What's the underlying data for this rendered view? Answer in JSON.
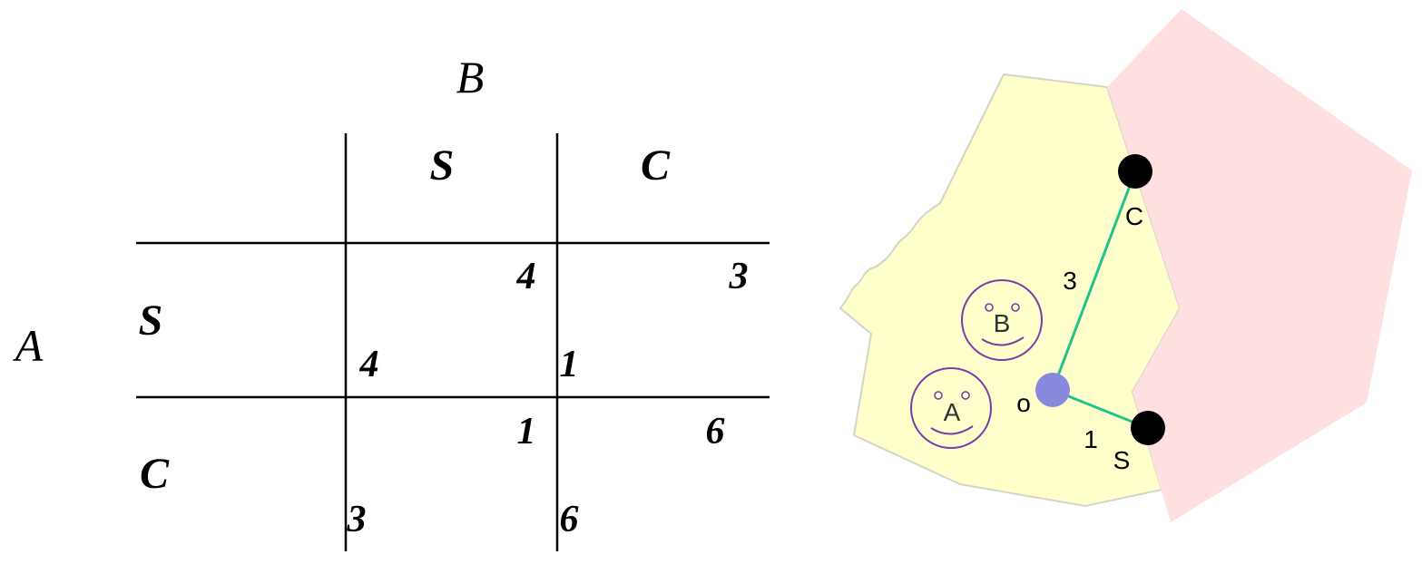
{
  "payoff_matrix": {
    "row_player": "A",
    "col_player": "B",
    "col_strategies": [
      "S",
      "C"
    ],
    "row_strategies": [
      "S",
      "C"
    ],
    "cells": {
      "SS": {
        "b": "4",
        "a": "4"
      },
      "SC": {
        "b": "3",
        "a": "1"
      },
      "CS": {
        "b": "1",
        "a": "3"
      },
      "CC": {
        "b": "6",
        "a": "6"
      }
    }
  },
  "map": {
    "point_c_label": "C",
    "point_s_label": "S",
    "origin_label": "o",
    "dist_to_c": "3",
    "dist_to_s": "1",
    "face_a_label": "A",
    "face_b_label": "B",
    "colors": {
      "yellow_region": "#ffffcc",
      "pink_region": "#ffe0e0",
      "path": "#22c38a",
      "origin_dot": "#8888dd",
      "faces": "#7a3fa6"
    }
  }
}
